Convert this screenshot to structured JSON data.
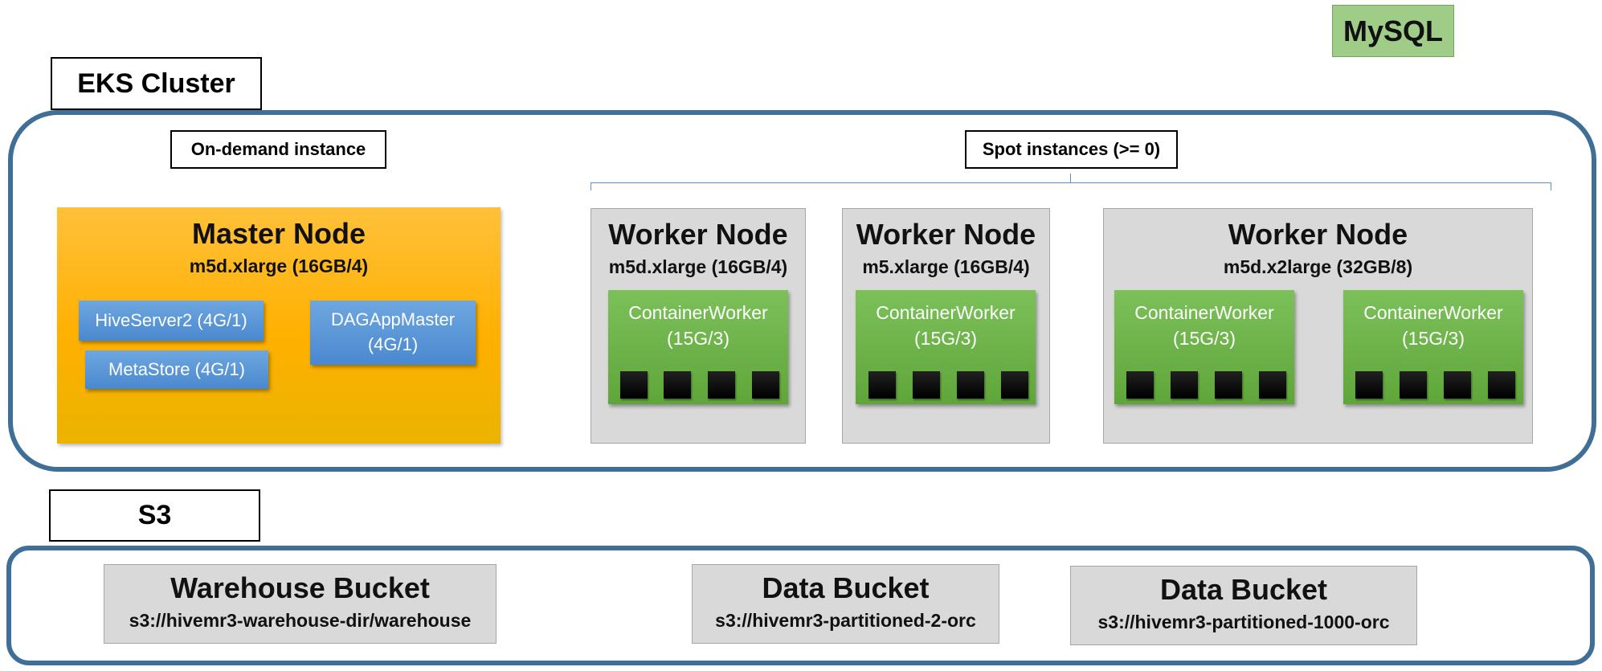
{
  "mysql": {
    "label": "MySQL"
  },
  "eks": {
    "label": "EKS Cluster"
  },
  "on_demand": {
    "label": "On-demand instance"
  },
  "spot": {
    "label": "Spot instances (>= 0)"
  },
  "master": {
    "title": "Master Node",
    "spec": "m5d.xlarge (16GB/4)",
    "components": {
      "hiveserver": "HiveServer2 (4G/1)",
      "metastore": "MetaStore (4G/1)",
      "dagappmaster_line1": "DAGAppMaster",
      "dagappmaster_line2": "(4G/1)"
    }
  },
  "workers": [
    {
      "title": "Worker Node",
      "spec": "m5d.xlarge (16GB/4)"
    },
    {
      "title": "Worker Node",
      "spec": "m5.xlarge (16GB/4)"
    },
    {
      "title": "Worker Node",
      "spec": "m5d.x2large (32GB/8)"
    }
  ],
  "container": {
    "line1": "ContainerWorker",
    "line2": "(15G/3)"
  },
  "s3": {
    "label": "S3"
  },
  "buckets": [
    {
      "title": "Warehouse Bucket",
      "path": "s3://hivemr3-warehouse-dir/warehouse"
    },
    {
      "title": "Data Bucket",
      "path": "s3://hivemr3-partitioned-2-orc"
    },
    {
      "title": "Data Bucket",
      "path": "s3://hivemr3-partitioned-1000-orc"
    }
  ],
  "colors": {
    "frame": "#3f6e97",
    "master": "#ffb000",
    "component": "#4a88cf",
    "container": "#6bb147",
    "worker": "#d9d9d9",
    "mysql": "#9fcd88"
  }
}
